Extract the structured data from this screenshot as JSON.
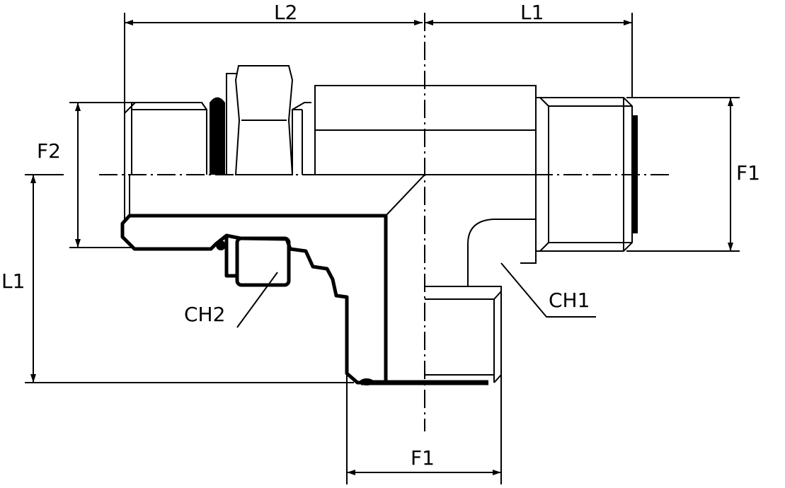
{
  "drawing": {
    "dimensions": {
      "top_left": "L2",
      "top_right": "L1",
      "left_upper": "F2",
      "left_lower": "L1",
      "right": "F1",
      "bottom": "F1"
    },
    "callouts": {
      "nut": "CH2",
      "body": "CH1"
    }
  }
}
